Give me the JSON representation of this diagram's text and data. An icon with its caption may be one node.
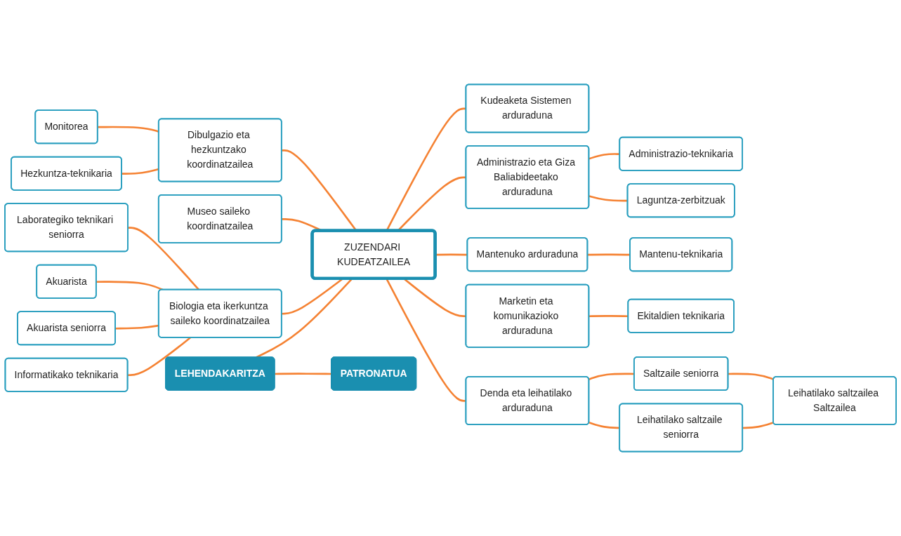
{
  "diagram": {
    "nodes": [
      {
        "text": [
          "LEHENDAKARITZA"
        ]
      },
      {
        "text": [
          "PATRONATUA"
        ]
      },
      {
        "text": [
          "Informatikako teknikaria"
        ]
      },
      {
        "text": [
          "Akuarista seniorra"
        ]
      },
      {
        "text": [
          "Akuarista"
        ]
      },
      {
        "text": [
          "Laborategiko teknikari seniorra"
        ]
      },
      {
        "text": [
          "Biologia eta ikerkuntza saileko koordinatzailea"
        ]
      },
      {
        "text": [
          "Museo saileko koordinatzailea"
        ]
      },
      {
        "text": [
          "ZUZENDARI KUDEATZAILEA"
        ]
      },
      {
        "text": [
          "Hezkuntza-teknikaria"
        ]
      },
      {
        "text": [
          "Monitorea"
        ]
      },
      {
        "text": [
          "Dibulgazio eta hezkuntzako koordinatzailea"
        ]
      },
      {
        "text": [
          "Kudeaketa Sistemen arduraduna"
        ]
      },
      {
        "text": [
          "Administrazio eta Giza Baliabideetako arduraduna"
        ]
      },
      {
        "text": [
          "Administrazio-teknikaria"
        ]
      },
      {
        "text": [
          "Laguntza-zerbitzuak"
        ]
      },
      {
        "text": [
          "Mantenuko arduraduna"
        ]
      },
      {
        "text": [
          "Mantenu-teknikaria"
        ]
      },
      {
        "text": [
          "Marketin eta komunikazioko arduraduna"
        ]
      },
      {
        "text": [
          "Ekitaldien teknikaria"
        ]
      },
      {
        "text": [
          "Denda eta leihatilako arduraduna"
        ]
      },
      {
        "text": [
          "Leihatilako saltzaile seniorra"
        ]
      },
      {
        "text": [
          "Saltzaile seniorra"
        ]
      },
      {
        "text": [
          "Leihatilako saltzailea Saltzailea"
        ]
      }
    ],
    "edges": [
      {
        "from": 0,
        "to": 1,
        "arrow": "none"
      },
      {
        "from": 0,
        "to": 8,
        "arrow": "none"
      },
      {
        "from": 2,
        "to": 6,
        "arrow": "none"
      },
      {
        "from": 3,
        "to": 6,
        "arrow": "none"
      },
      {
        "from": 4,
        "to": 6,
        "arrow": "none"
      },
      {
        "from": 5,
        "to": 6,
        "arrow": "none"
      },
      {
        "from": 6,
        "to": 8,
        "arrow": "none"
      },
      {
        "from": 7,
        "to": 8,
        "arrow": "none"
      },
      {
        "from": 9,
        "to": 11,
        "arrow": "none"
      },
      {
        "from": 10,
        "to": 11,
        "arrow": "none"
      },
      {
        "from": 11,
        "to": 8,
        "arrow": "none"
      },
      {
        "from": 8,
        "to": 12,
        "arrow": "none"
      },
      {
        "from": 8,
        "to": 13,
        "arrow": "none"
      },
      {
        "from": 13,
        "to": 14,
        "arrow": "none"
      },
      {
        "from": 13,
        "to": 15,
        "arrow": "none"
      },
      {
        "from": 8,
        "to": 16,
        "arrow": "none"
      },
      {
        "from": 16,
        "to": 17,
        "arrow": "none"
      },
      {
        "from": 8,
        "to": 18,
        "arrow": "none"
      },
      {
        "from": 18,
        "to": 19,
        "arrow": "none"
      },
      {
        "from": 8,
        "to": 20,
        "arrow": "none"
      },
      {
        "from": 20,
        "to": 21,
        "arrow": "none"
      },
      {
        "from": 20,
        "to": 22,
        "arrow": "none"
      },
      {
        "from": 21,
        "to": 23,
        "arrow": "none"
      },
      {
        "from": 22,
        "to": 23,
        "arrow": "none"
      }
    ]
  }
}
